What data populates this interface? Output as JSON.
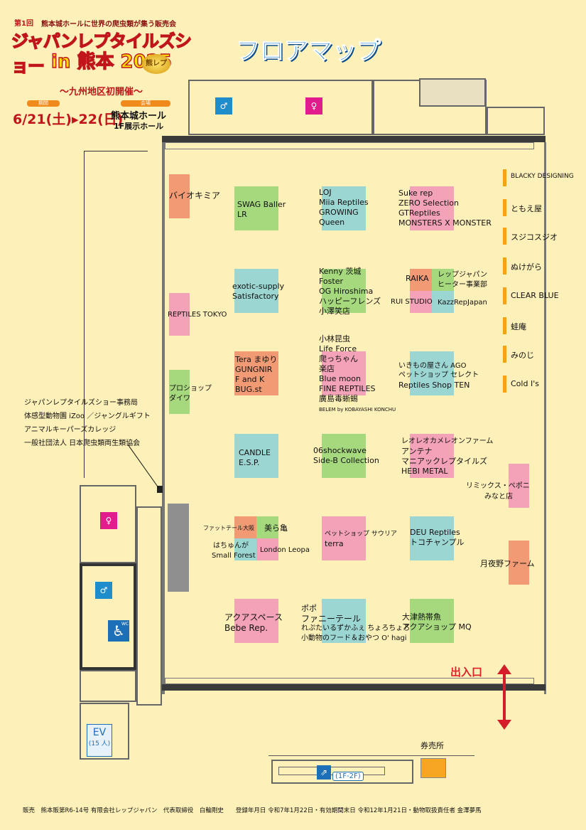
{
  "event": {
    "edition_small": "第1回",
    "headline": "熊本城ホールに世界の爬虫類が集う販売会",
    "title_line1": "ジャパンレプタイルズショー",
    "title_line2": "in 熊本 2025",
    "badge": "熊レプ",
    "subtitle": "～九州地区初開催～",
    "period_label": "期間",
    "dates": "6/21(土)▸22(日)",
    "venue_label": "会場",
    "venue_name": "熊本城ホール",
    "venue_floor": "1F展示ホール"
  },
  "map_title": "フロアマップ",
  "booths": [
    {
      "id": "bio",
      "lines": [
        "バイオキミア"
      ]
    },
    {
      "id": "swag",
      "lines": [
        "SWAG Baller",
        "LR"
      ]
    },
    {
      "id": "loj",
      "lines": [
        "LOJ",
        "Miia Reptiles",
        "GROWING",
        "Queen"
      ]
    },
    {
      "id": "suke",
      "lines": [
        "Suke rep",
        "ZERO Selection",
        "GTReptiles",
        "MONSTERS X MONSTER"
      ]
    },
    {
      "id": "exotic",
      "lines": [
        "exotic-supply",
        "Satisfactory"
      ]
    },
    {
      "id": "kenny",
      "lines": [
        "Kenny 茨城",
        "Foster",
        "OG Hiroshima",
        "ハッピーフレンズ",
        "小澤笑店"
      ]
    },
    {
      "id": "raika",
      "lines": [
        "RAIKA"
      ]
    },
    {
      "id": "repjapan",
      "lines": [
        "レップジャパン",
        "ヒーター事業部"
      ]
    },
    {
      "id": "rui",
      "lines": [
        "RUI STUDIO"
      ]
    },
    {
      "id": "kazz",
      "lines": [
        "KazzRepJapan"
      ]
    },
    {
      "id": "reptiles_tokyo",
      "lines": [
        "REPTILES TOKYO"
      ]
    },
    {
      "id": "kobayashi",
      "lines": [
        "小林昆虫",
        "Life Force",
        "爬っちゃん",
        "楽店",
        "Blue moon",
        "FINE REPTILES",
        "廣島毒蜥蜴"
      ]
    },
    {
      "id": "belem",
      "lines": [
        "BELEM by KOBAYASHI KONCHU"
      ]
    },
    {
      "id": "tera",
      "lines": [
        "Tera まゆり",
        "GUNGNIR",
        "F and K",
        "BUG.st"
      ]
    },
    {
      "id": "ikimono",
      "lines": [
        "いきもの屋さん AGO",
        "ペットショップ セレクト",
        "Reptiles Shop TEN"
      ]
    },
    {
      "id": "proshop",
      "lines": [
        "プロショップ",
        "ダイワ"
      ]
    },
    {
      "id": "candle",
      "lines": [
        "CANDLE",
        "E.S.P."
      ]
    },
    {
      "id": "shockwave",
      "lines": [
        "06shockwave",
        "Side-B Collection"
      ]
    },
    {
      "id": "leoleo",
      "lines": [
        "レオレオカメレオンファーム",
        "アンテナ",
        "マニアックレプタイルズ",
        "HEBI METAL"
      ]
    },
    {
      "id": "remix",
      "lines": [
        "リミックス・ペポニ",
        "みなと店"
      ]
    },
    {
      "id": "fat",
      "lines": [
        "ファットテール大阪"
      ]
    },
    {
      "id": "chura",
      "lines": [
        "美ら亀"
      ]
    },
    {
      "id": "hachun",
      "lines": [
        "はちゅんが",
        "Small Forest"
      ]
    },
    {
      "id": "london",
      "lines": [
        "London Leopa"
      ]
    },
    {
      "id": "saurier",
      "lines": [
        "ペットショップ サウリア",
        "terra"
      ]
    },
    {
      "id": "deu",
      "lines": [
        "DEU Reptiles",
        "トコチャンプル"
      ]
    },
    {
      "id": "tsukiyono",
      "lines": [
        "月夜野ファーム"
      ]
    },
    {
      "id": "aqua",
      "lines": [
        "アクアスペース",
        "Bebe Rep."
      ]
    },
    {
      "id": "popo",
      "lines": [
        "ポポ",
        "ファニーテール",
        "れぷたいるずかふぇ ちょろちょろ",
        "小動物のフード＆おやつ O' hagi"
      ]
    },
    {
      "id": "otsu",
      "lines": [
        "大津熱帯魚",
        "アクアショップ MQ"
      ]
    }
  ],
  "side_list": [
    "BLACKY DESIGNING",
    "ともえ屋",
    "スジコスジオ",
    "ぬけがら",
    "CLEAR BLUE",
    "蛙庵",
    "みのじ",
    "Cold I's"
  ],
  "office_lines": [
    "ジャパンレプタイルズショー事務局",
    "体感型動物園 iZoo ／ジャングルギフト",
    "アニマルキーパーズカレッジ",
    "一般社団法人 日本爬虫類両生類協会"
  ],
  "entrance_label": "出入口",
  "ticket_label": "券売所",
  "ev_label": "EV",
  "ev_capacity": "(15 人)",
  "escalator_label": "(1F-2F)",
  "wc_label": "WC",
  "footer": "販売　熊本販第R6-14号 有限会社レップジャパン　代表取締役　白輪剛史　　登録年月日 令和7年1月22日・有効期間末日 令和12年1月21日・動物取扱責任者 金澤夢馬",
  "colors": {
    "title_blue": "#1a7fd0",
    "entrance_red": "#e0202a",
    "side_orange": "#f3a21a",
    "bg": "#fdf0b8"
  }
}
